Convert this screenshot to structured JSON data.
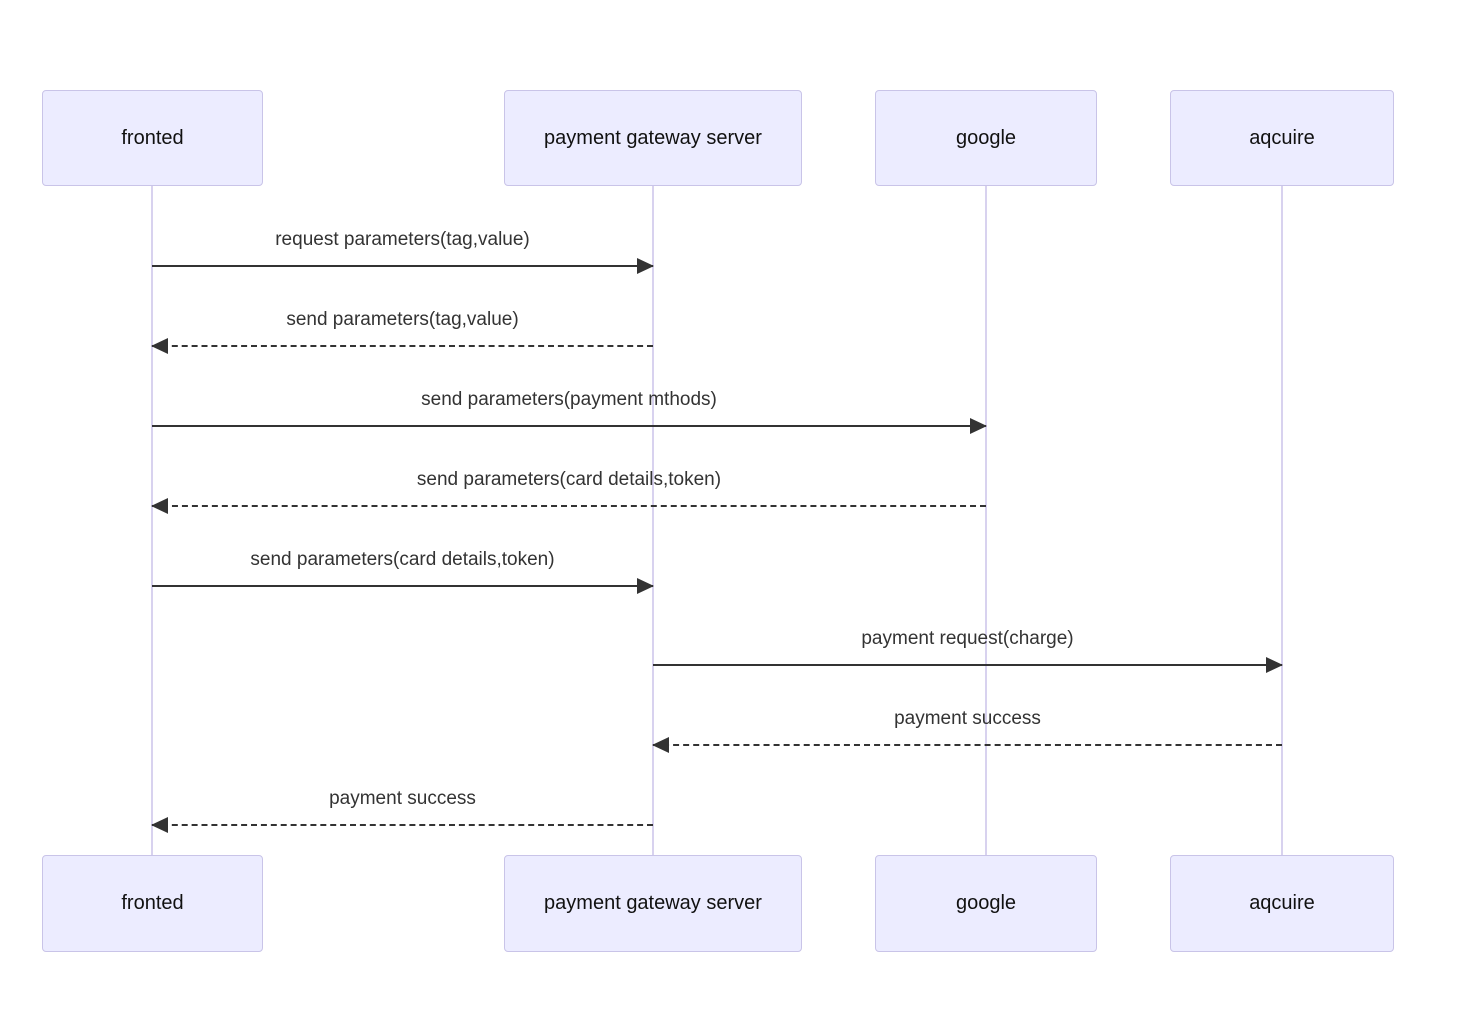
{
  "diagram": {
    "type": "sequence",
    "actors": [
      {
        "name": "fronted"
      },
      {
        "name": "payment gateway server"
      },
      {
        "name": "google"
      },
      {
        "name": "aqcuire"
      }
    ],
    "messages": [
      {
        "from": "fronted",
        "to": "payment gateway server",
        "label": "request parameters(tag,value)",
        "line": "solid",
        "direction": "right"
      },
      {
        "from": "payment gateway server",
        "to": "fronted",
        "label": "send parameters(tag,value)",
        "line": "dashed",
        "direction": "left"
      },
      {
        "from": "fronted",
        "to": "google",
        "label": "send parameters(payment mthods)",
        "line": "solid",
        "direction": "right"
      },
      {
        "from": "google",
        "to": "fronted",
        "label": "send parameters(card details,token)",
        "line": "dashed",
        "direction": "left"
      },
      {
        "from": "fronted",
        "to": "payment gateway server",
        "label": "send parameters(card details,token)",
        "line": "solid",
        "direction": "right"
      },
      {
        "from": "payment gateway server",
        "to": "aqcuire",
        "label": "payment request(charge)",
        "line": "solid",
        "direction": "right"
      },
      {
        "from": "aqcuire",
        "to": "payment gateway server",
        "label": "payment success",
        "line": "dashed",
        "direction": "left"
      },
      {
        "from": "payment gateway server",
        "to": "fronted",
        "label": "payment success",
        "line": "dashed",
        "direction": "left"
      }
    ],
    "colors": {
      "background": "#FFFFFF",
      "actor_fill": "#ECECFF",
      "actor_border": "#C9C4E8",
      "actor_text": "#111111",
      "lifeline": "#D8D2EF",
      "arrow": "#333333",
      "message_text": "#333333"
    }
  }
}
